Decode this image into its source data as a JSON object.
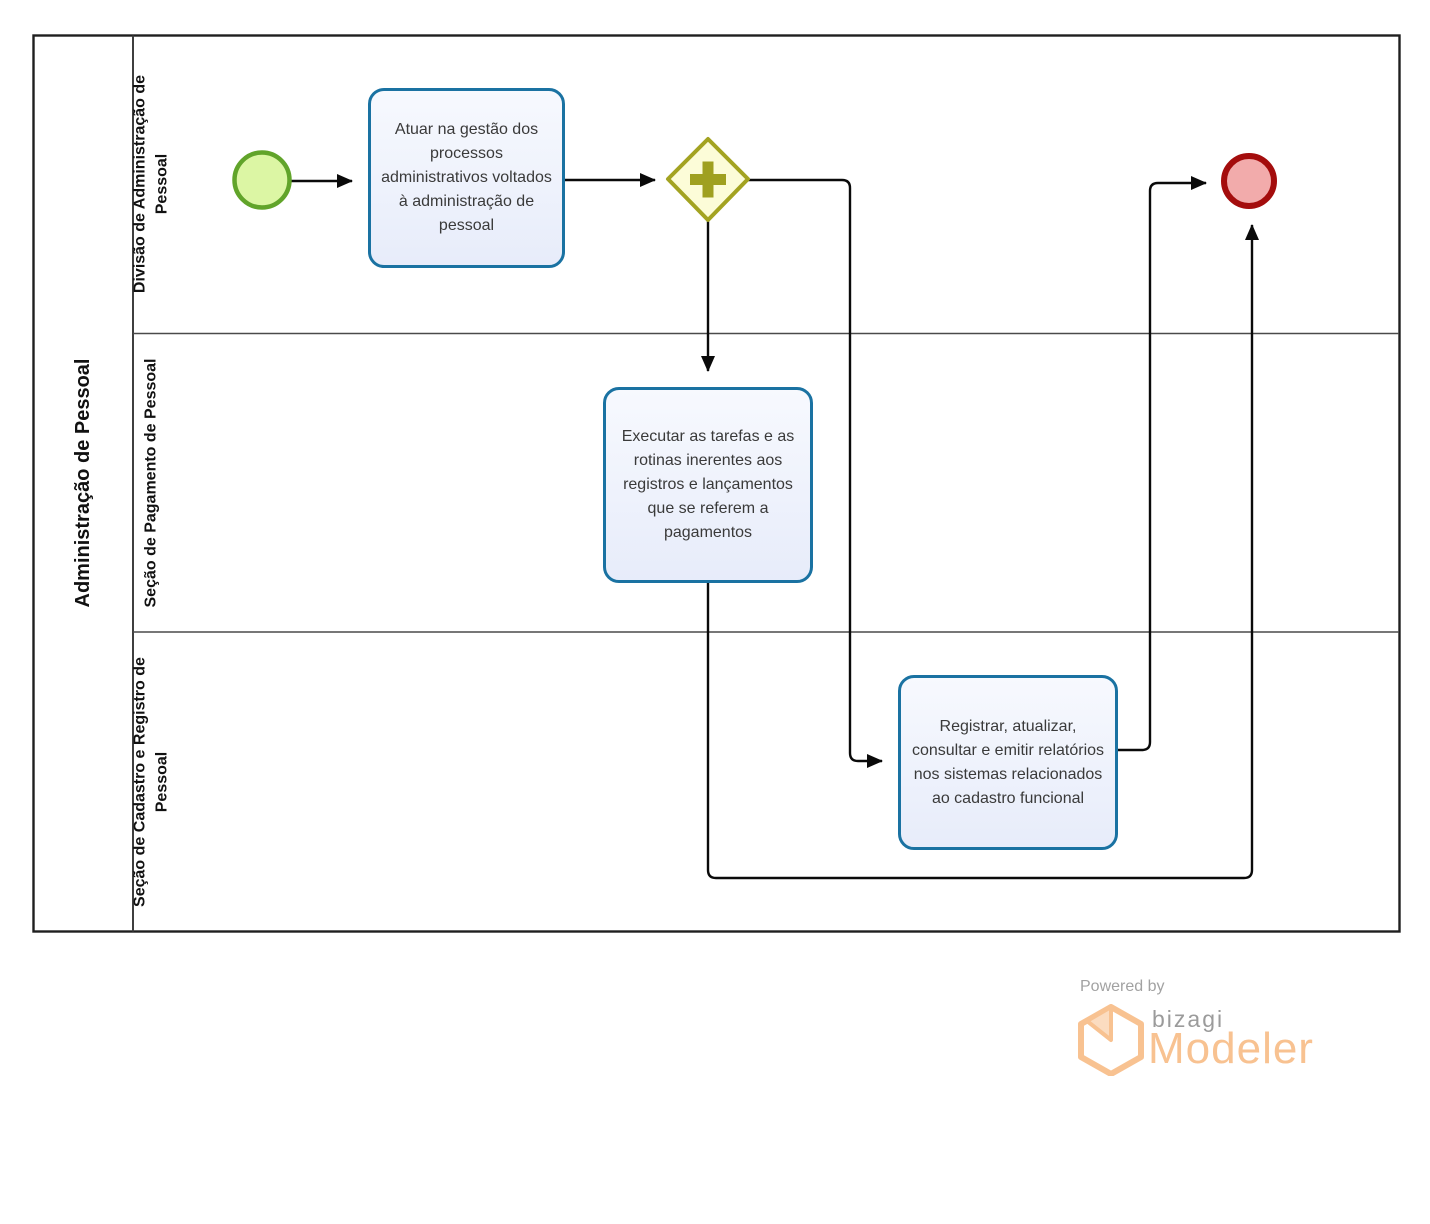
{
  "pool": {
    "title": "Administração de Pessoal",
    "lanes": [
      {
        "label": "Divisão de Administração de Pessoal"
      },
      {
        "label": "Seção de Pagamento de Pessoal"
      },
      {
        "label": "Seção de Cadastro e Registro de Pessoal"
      }
    ]
  },
  "nodes": {
    "start_event": {
      "type": "start-event"
    },
    "task_atuar": {
      "label": "Atuar na gestão dos processos administrativos voltados à administração de pessoal"
    },
    "parallel_gateway": {
      "type": "parallel-gateway",
      "icon": "plus-icon"
    },
    "task_executar": {
      "label": "Executar as tarefas e as rotinas inerentes aos registros e lançamentos  que se referem a pagamentos"
    },
    "task_registrar": {
      "label": "Registrar, atualizar, consultar e emitir relatórios nos sistemas relacionados ao cadastro funcional"
    },
    "end_event": {
      "type": "end-event"
    }
  },
  "colors": {
    "task_border": "#1A72A2",
    "task_fill": "#EAEFFB",
    "start_event_border": "#61A42A",
    "start_event_fill": "#DCF6A4",
    "end_event_border": "#A40D0D",
    "end_event_fill": "#F2ABAB",
    "gateway_border": "#A3A321",
    "gateway_fill": "#FCFCD8",
    "flow_line": "#0A0A0A",
    "brand_orange": "#F8C291",
    "brand_gray": "#9B9B9B"
  },
  "branding": {
    "powered_by": "Powered by",
    "brand": "bizagi",
    "product": "Modeler"
  }
}
